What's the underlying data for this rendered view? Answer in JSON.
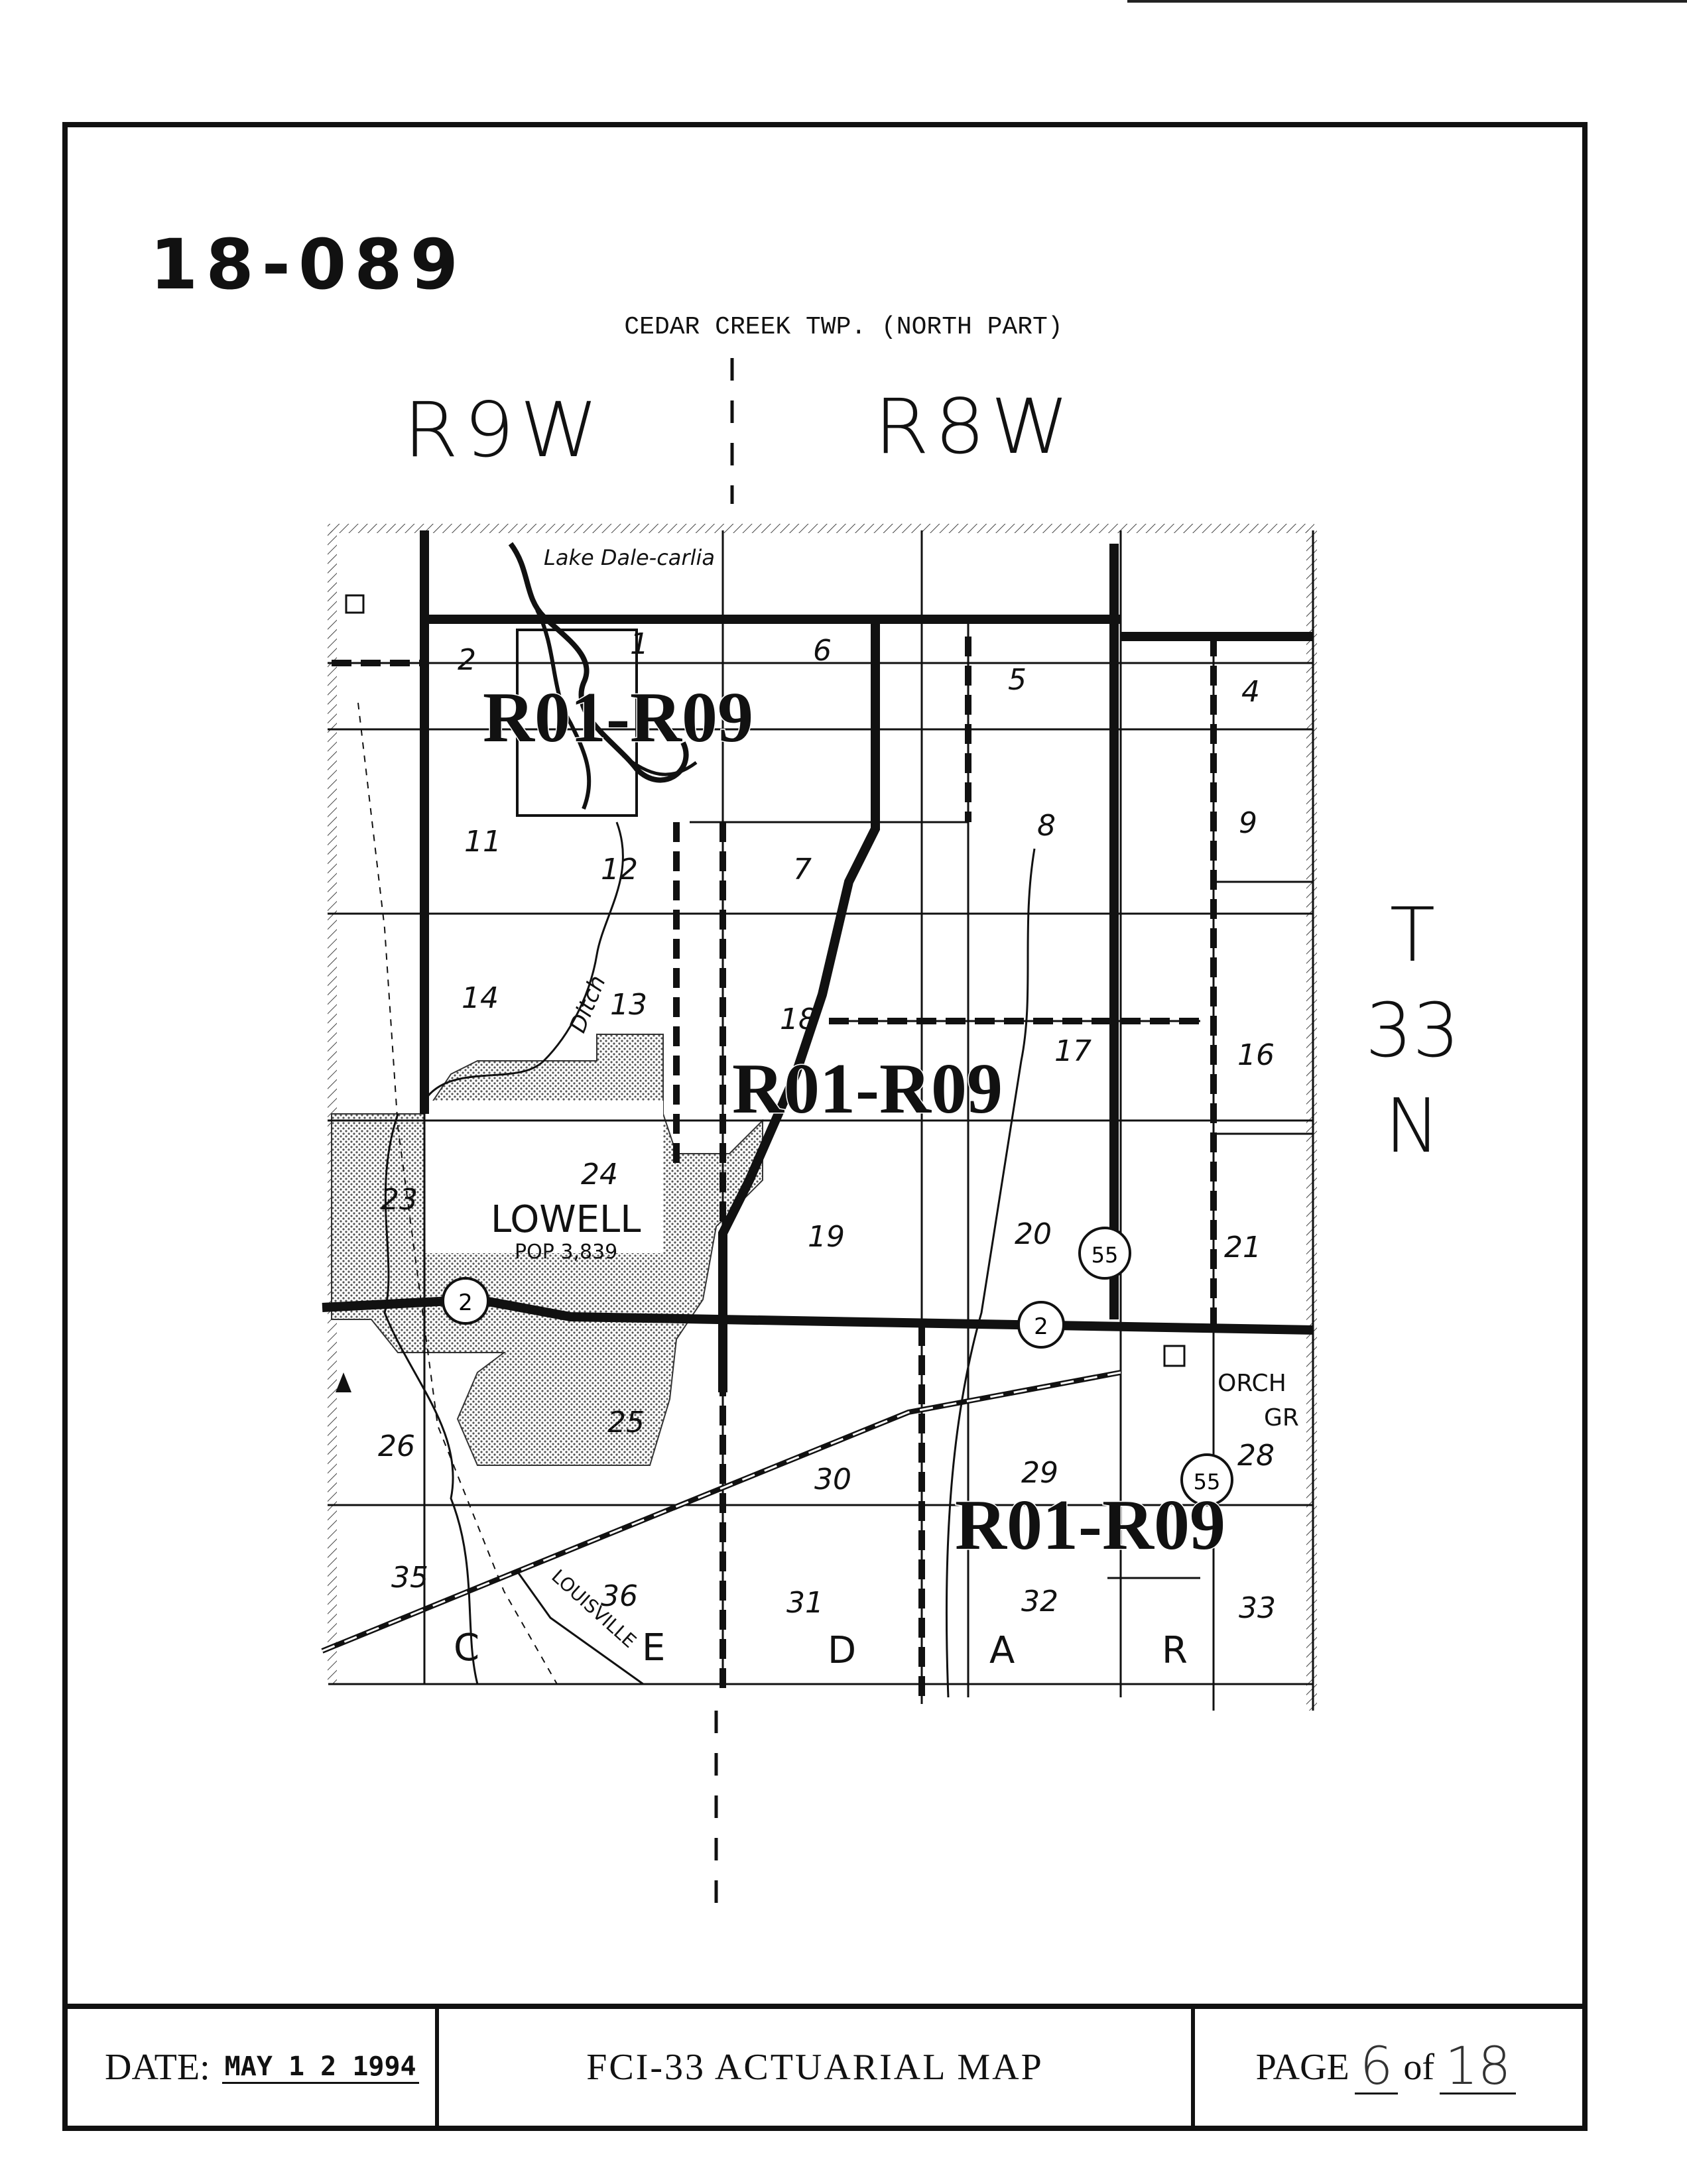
{
  "header": {
    "doc_id": "18-089",
    "subtitle": "CEDAR CREEK TWP. (NORTH PART)",
    "range_left": "R9W",
    "range_right": "R8W",
    "township": [
      "T",
      "33",
      "N"
    ]
  },
  "map": {
    "lake_label": "Lake Dale-carlia",
    "town_name": "LOWELL",
    "town_pop": "POP 3,839",
    "ditch_label": "Ditch",
    "railroad_label": "LOUISVILLE",
    "orchard_label_1": "ORCH",
    "orchard_label_2": "GR",
    "zone_labels": [
      "R01-R09",
      "R01-R09",
      "R01-R09"
    ],
    "route_shields": [
      "2",
      "2",
      "55",
      "55"
    ],
    "section_numbers": [
      "2",
      "1",
      "6",
      "5",
      "4",
      "11",
      "12",
      "7",
      "8",
      "9",
      "14",
      "13",
      "18",
      "17",
      "16",
      "23",
      "24",
      "19",
      "20",
      "21",
      "26",
      "25",
      "30",
      "29",
      "28",
      "35",
      "36",
      "31",
      "32",
      "33"
    ],
    "bottom_letters": [
      "C",
      "E",
      "D",
      "A",
      "R"
    ]
  },
  "footer": {
    "date_label": "DATE:",
    "date_value": "MAY 1 2 1994",
    "title": "FCI-33 ACTUARIAL MAP",
    "page_label": "PAGE",
    "page_number": "6",
    "of_label": "of",
    "page_total": "18"
  }
}
